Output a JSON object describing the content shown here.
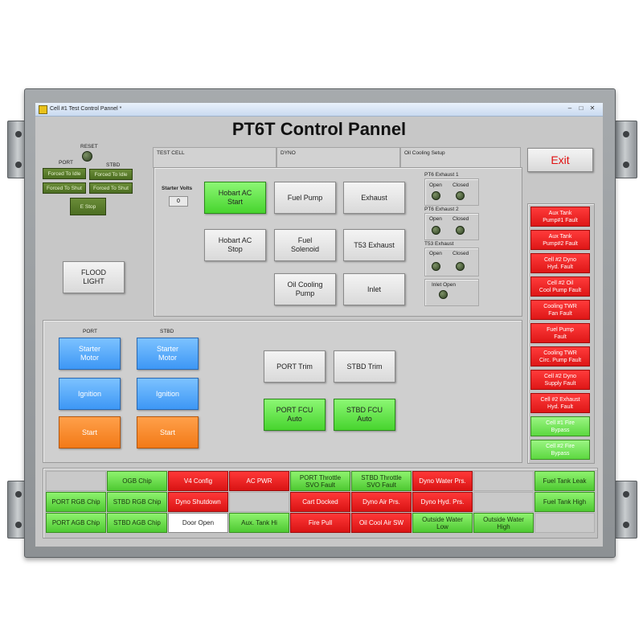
{
  "window": {
    "title": "Cell #1 Test Control Pannel *"
  },
  "main_title": "PT6T Control Pannel",
  "exit_label": "Exit",
  "left": {
    "reset_label": "RESET",
    "port_label": "PORT",
    "stbd_label": "STBD",
    "port_forced_idle": "Forced To Idle",
    "stbd_forced_idle": "Forced To Idle",
    "port_forced_shut": "Forced To Shut",
    "stbd_forced_shut": "Forced To Shut",
    "estop": "E Stop",
    "flood_light": "FLOOD\nLIGHT"
  },
  "tabs": [
    "TEST CELL",
    "DYNO",
    "Oil Cooling Setup"
  ],
  "test_cell": {
    "starter_volts_label": "Starter Volts",
    "starter_volts_value": "0",
    "hobart_start": "Hobart AC\nStart",
    "hobart_stop": "Hobart AC\nStop",
    "fuel_pump": "Fuel Pump",
    "fuel_solenoid": "Fuel\nSolenoid",
    "oil_cooling_pump": "Oil Cooling\nPump",
    "exhaust": "Exhaust",
    "t53_exhaust": "T53 Exhaust",
    "inlet": "Inlet",
    "exhaust_groups": [
      {
        "label": "PT6 Exhaust 1",
        "open": "Open",
        "closed": "Closed"
      },
      {
        "label": "PT6 Exhaust 2",
        "open": "Open",
        "closed": "Closed"
      },
      {
        "label": "T53 Exhaust",
        "open": "Open",
        "closed": "Closed"
      }
    ],
    "inlet_open": "Inlet Open"
  },
  "engines": {
    "port_label": "PORT",
    "stbd_label": "STBD",
    "port_starter": "Starter\nMotor",
    "stbd_starter": "Starter\nMotor",
    "port_ignition": "Ignition",
    "stbd_ignition": "Ignition",
    "port_start": "Start",
    "stbd_start": "Start",
    "port_trim": "PORT Trim",
    "stbd_trim": "STBD Trim",
    "port_fcu": "PORT FCU\nAuto",
    "stbd_fcu": "STBD FCU\nAuto"
  },
  "faults": [
    {
      "label": "Aux Tank\nPump#1 Fault",
      "state": "red"
    },
    {
      "label": "Aux Tank\nPump#2 Fault",
      "state": "red"
    },
    {
      "label": "Cell #2 Dyno\nHyd. Fault",
      "state": "red"
    },
    {
      "label": "Cell #2 Oil\nCool Pump Fault",
      "state": "red"
    },
    {
      "label": "Cooling TWR\nFan Fault",
      "state": "red"
    },
    {
      "label": "Fuel Pump\nFault",
      "state": "red"
    },
    {
      "label": "Cooling TWR\nCirc. Pump Fault",
      "state": "red"
    },
    {
      "label": "Cell #2 Dyno\nSupply Fault",
      "state": "red"
    },
    {
      "label": "Cell #2 Exhaust\nHyd. Fault",
      "state": "red"
    },
    {
      "label": "Cell #1 Fire\nBypass",
      "state": "green"
    },
    {
      "label": "Cell #2 Fire\nBypass",
      "state": "green"
    }
  ],
  "status_grid": [
    [
      {
        "label": "",
        "state": "empty"
      },
      {
        "label": "OGB Chip",
        "state": "green"
      },
      {
        "label": "V4 Config",
        "state": "red"
      },
      {
        "label": "AC PWR",
        "state": "red"
      },
      {
        "label": "PORT Throttle\nSVO Fault",
        "state": "green"
      },
      {
        "label": "STBD Throttle\nSVO Fault",
        "state": "green"
      },
      {
        "label": "Dyno Water Prs.",
        "state": "red"
      },
      {
        "label": "",
        "state": "empty"
      },
      {
        "label": "Fuel Tank Leak",
        "state": "green"
      }
    ],
    [
      {
        "label": "PORT RGB Chip",
        "state": "green"
      },
      {
        "label": "STBD RGB Chip",
        "state": "green"
      },
      {
        "label": "Dyno Shutdown",
        "state": "red"
      },
      {
        "label": "",
        "state": "empty"
      },
      {
        "label": "Cart Docked",
        "state": "red"
      },
      {
        "label": "Dyno Air Prs.",
        "state": "red"
      },
      {
        "label": "Dyno Hyd. Prs.",
        "state": "red"
      },
      {
        "label": "",
        "state": "empty"
      },
      {
        "label": "Fuel Tank High",
        "state": "green"
      }
    ],
    [
      {
        "label": "PORT AGB Chip",
        "state": "green"
      },
      {
        "label": "STBD AGB Chip",
        "state": "green"
      },
      {
        "label": "Door Open",
        "state": "white"
      },
      {
        "label": "Aux. Tank Hi",
        "state": "green"
      },
      {
        "label": "Fire Pull",
        "state": "red"
      },
      {
        "label": "Oil Cool Air SW",
        "state": "red"
      },
      {
        "label": "Outside  Water\nLow",
        "state": "green"
      },
      {
        "label": "Outside Water\nHigh",
        "state": "green"
      },
      {
        "label": "",
        "state": "empty"
      }
    ]
  ]
}
